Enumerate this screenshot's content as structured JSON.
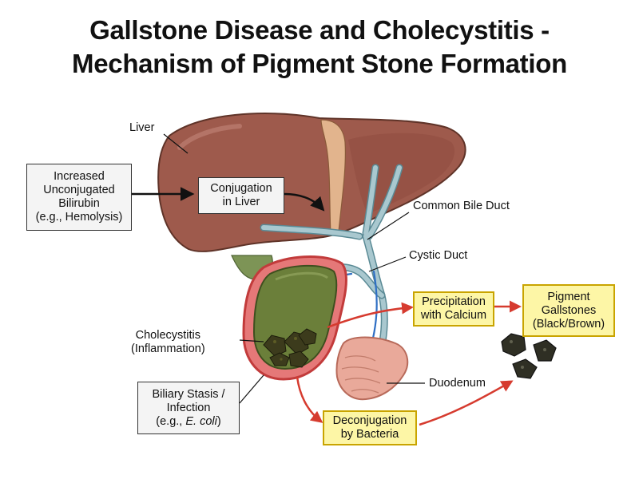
{
  "title": {
    "line1": "Gallstone Disease and Cholecystitis -",
    "line2": "Mechanism of Pigment Stone Formation"
  },
  "labels": {
    "liver": "Liver",
    "common_bile_duct": "Common Bile Duct",
    "cystic_duct": "Cystic Duct",
    "duodenum": "Duodenum",
    "cholecystitis_line1": "Cholecystitis",
    "cholecystitis_line2": "(Inflammation)"
  },
  "boxes": {
    "bilirubin": {
      "line1": "Increased",
      "line2": "Unconjugated",
      "line3": "Bilirubin",
      "line4": "(e.g., Hemolysis)"
    },
    "conjugation": {
      "line1": "Conjugation",
      "line2": "in Liver"
    },
    "stasis": {
      "line1": "Biliary Stasis /",
      "line2": "Infection",
      "line3_prefix": "(e.g., ",
      "line3_italic": "E. coli",
      "line3_suffix": ")"
    },
    "precipitation": {
      "line1": "Precipitation",
      "line2": "with Calcium"
    },
    "deconjugation": {
      "line1": "Deconjugation",
      "line2": "by Bacteria"
    },
    "pigment": {
      "line1": "Pigment",
      "line2": "Gallstones",
      "line3": "(Black/Brown)"
    }
  },
  "colors": {
    "liver": "#9e5a4c",
    "liver_dark": "#6e3c30",
    "bile_duct": "#a9c8cf",
    "gallbladder_inflamed": "#e57878",
    "gallbladder_bile": "#6b7f3a",
    "stone": "#3c3b1c",
    "box_yellow": "#fdf6a6",
    "box_yellow_border": "#c9a400",
    "arrow_red": "#d63b2f",
    "arrow_blue": "#2f6fc4",
    "duodenum": "#e9a99a"
  }
}
